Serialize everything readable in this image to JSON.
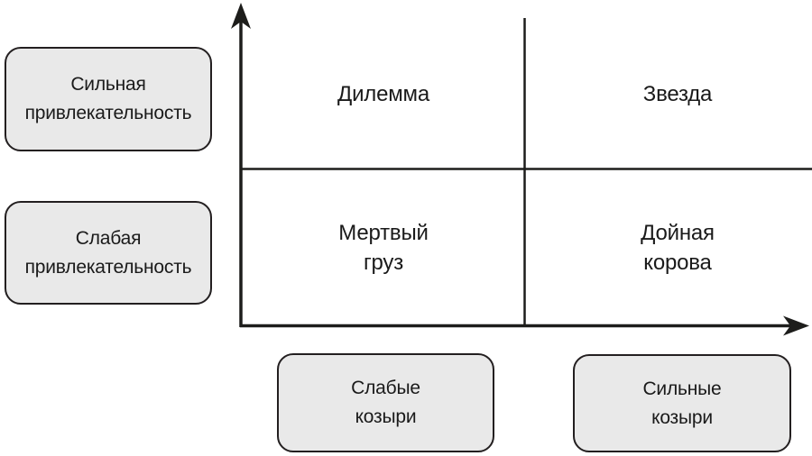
{
  "diagram": {
    "row_labels": [
      {
        "id": "strong-attractiveness",
        "lines": [
          "Сильная",
          "привлекательность"
        ]
      },
      {
        "id": "weak-attractiveness",
        "lines": [
          "Слабая",
          "привлекательность"
        ]
      }
    ],
    "quadrants": {
      "top_left": {
        "label": "Дилемма"
      },
      "top_right": {
        "label": "Звезда"
      },
      "bottom_left": {
        "lines": [
          "Мертвый",
          "груз"
        ]
      },
      "bottom_right": {
        "lines": [
          "Дойная",
          "корова"
        ]
      }
    },
    "col_labels": [
      {
        "id": "weak-trumps",
        "lines": [
          "Слабые",
          "козыри"
        ]
      },
      {
        "id": "strong-trumps",
        "lines": [
          "Сильные",
          "козыри"
        ]
      }
    ],
    "colors": {
      "box_fill": "#e9e9e9",
      "box_border": "#231f20",
      "line": "#1d1d1b",
      "text": "#1a1a1a",
      "background": "#ffffff"
    }
  }
}
